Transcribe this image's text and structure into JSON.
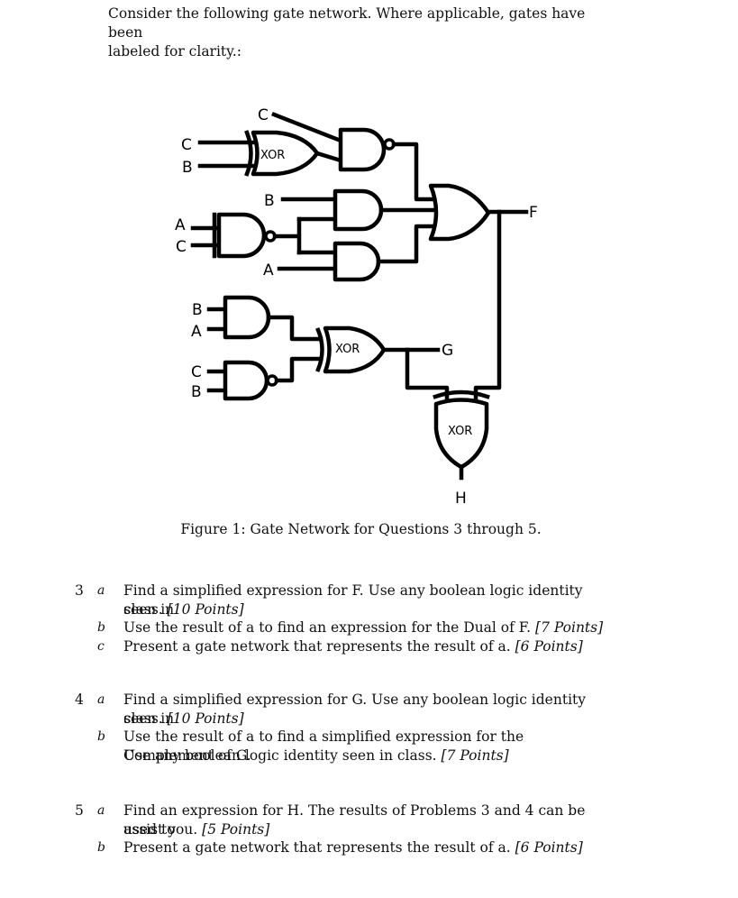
{
  "intro": {
    "line1": "Consider the following gate network. Where applicable, gates have been",
    "line2": "labeled for clarity.:"
  },
  "diagram": {
    "labels": {
      "c_top": "C",
      "c_in1": "C",
      "b_in1": "B",
      "b_mid": "B",
      "a_in2": "A",
      "c_in2": "C",
      "a_mid": "A",
      "b_in3": "B",
      "a_in3": "A",
      "c_in4": "C",
      "b_in4": "B",
      "xor1": "XOR",
      "xor2": "XOR",
      "xor3": "XOR",
      "f_out": "F",
      "g_out": "G",
      "h_out": "H"
    }
  },
  "caption": "Figure 1: Gate Network for Questions 3 through 5.",
  "questions": [
    {
      "number": "3",
      "parts": [
        {
          "letter": "a",
          "lines": [
            "Find a simplified expression for F. Use any boolean logic identity seen in",
            "class."
          ],
          "points": "[10 Points]"
        },
        {
          "letter": "b",
          "lines": [
            "Use the result of a to find an expression for the Dual of F."
          ],
          "points": "[7 Points]"
        },
        {
          "letter": "c",
          "lines": [
            "Present a gate network that represents the result of a."
          ],
          "points": "[6 Points]"
        }
      ]
    },
    {
      "number": "4",
      "parts": [
        {
          "letter": "a",
          "lines": [
            "Find a simplified expression for G. Use any boolean logic identity seen in",
            "class."
          ],
          "points": "[10 Points]"
        },
        {
          "letter": "b",
          "lines": [
            "Use the result of a to find a simplified expression for the Complement of G.",
            "Use any boolean logic identity seen in class."
          ],
          "points": "[7 Points]"
        }
      ]
    },
    {
      "number": "5",
      "parts": [
        {
          "letter": "a",
          "lines": [
            "Find an expression for H. The results of Problems 3 and 4 can be used to",
            "assist you."
          ],
          "points": "[5 Points]"
        },
        {
          "letter": "b",
          "lines": [
            "Present a gate network that represents the result of a."
          ],
          "points": "[6 Points]"
        }
      ]
    }
  ]
}
